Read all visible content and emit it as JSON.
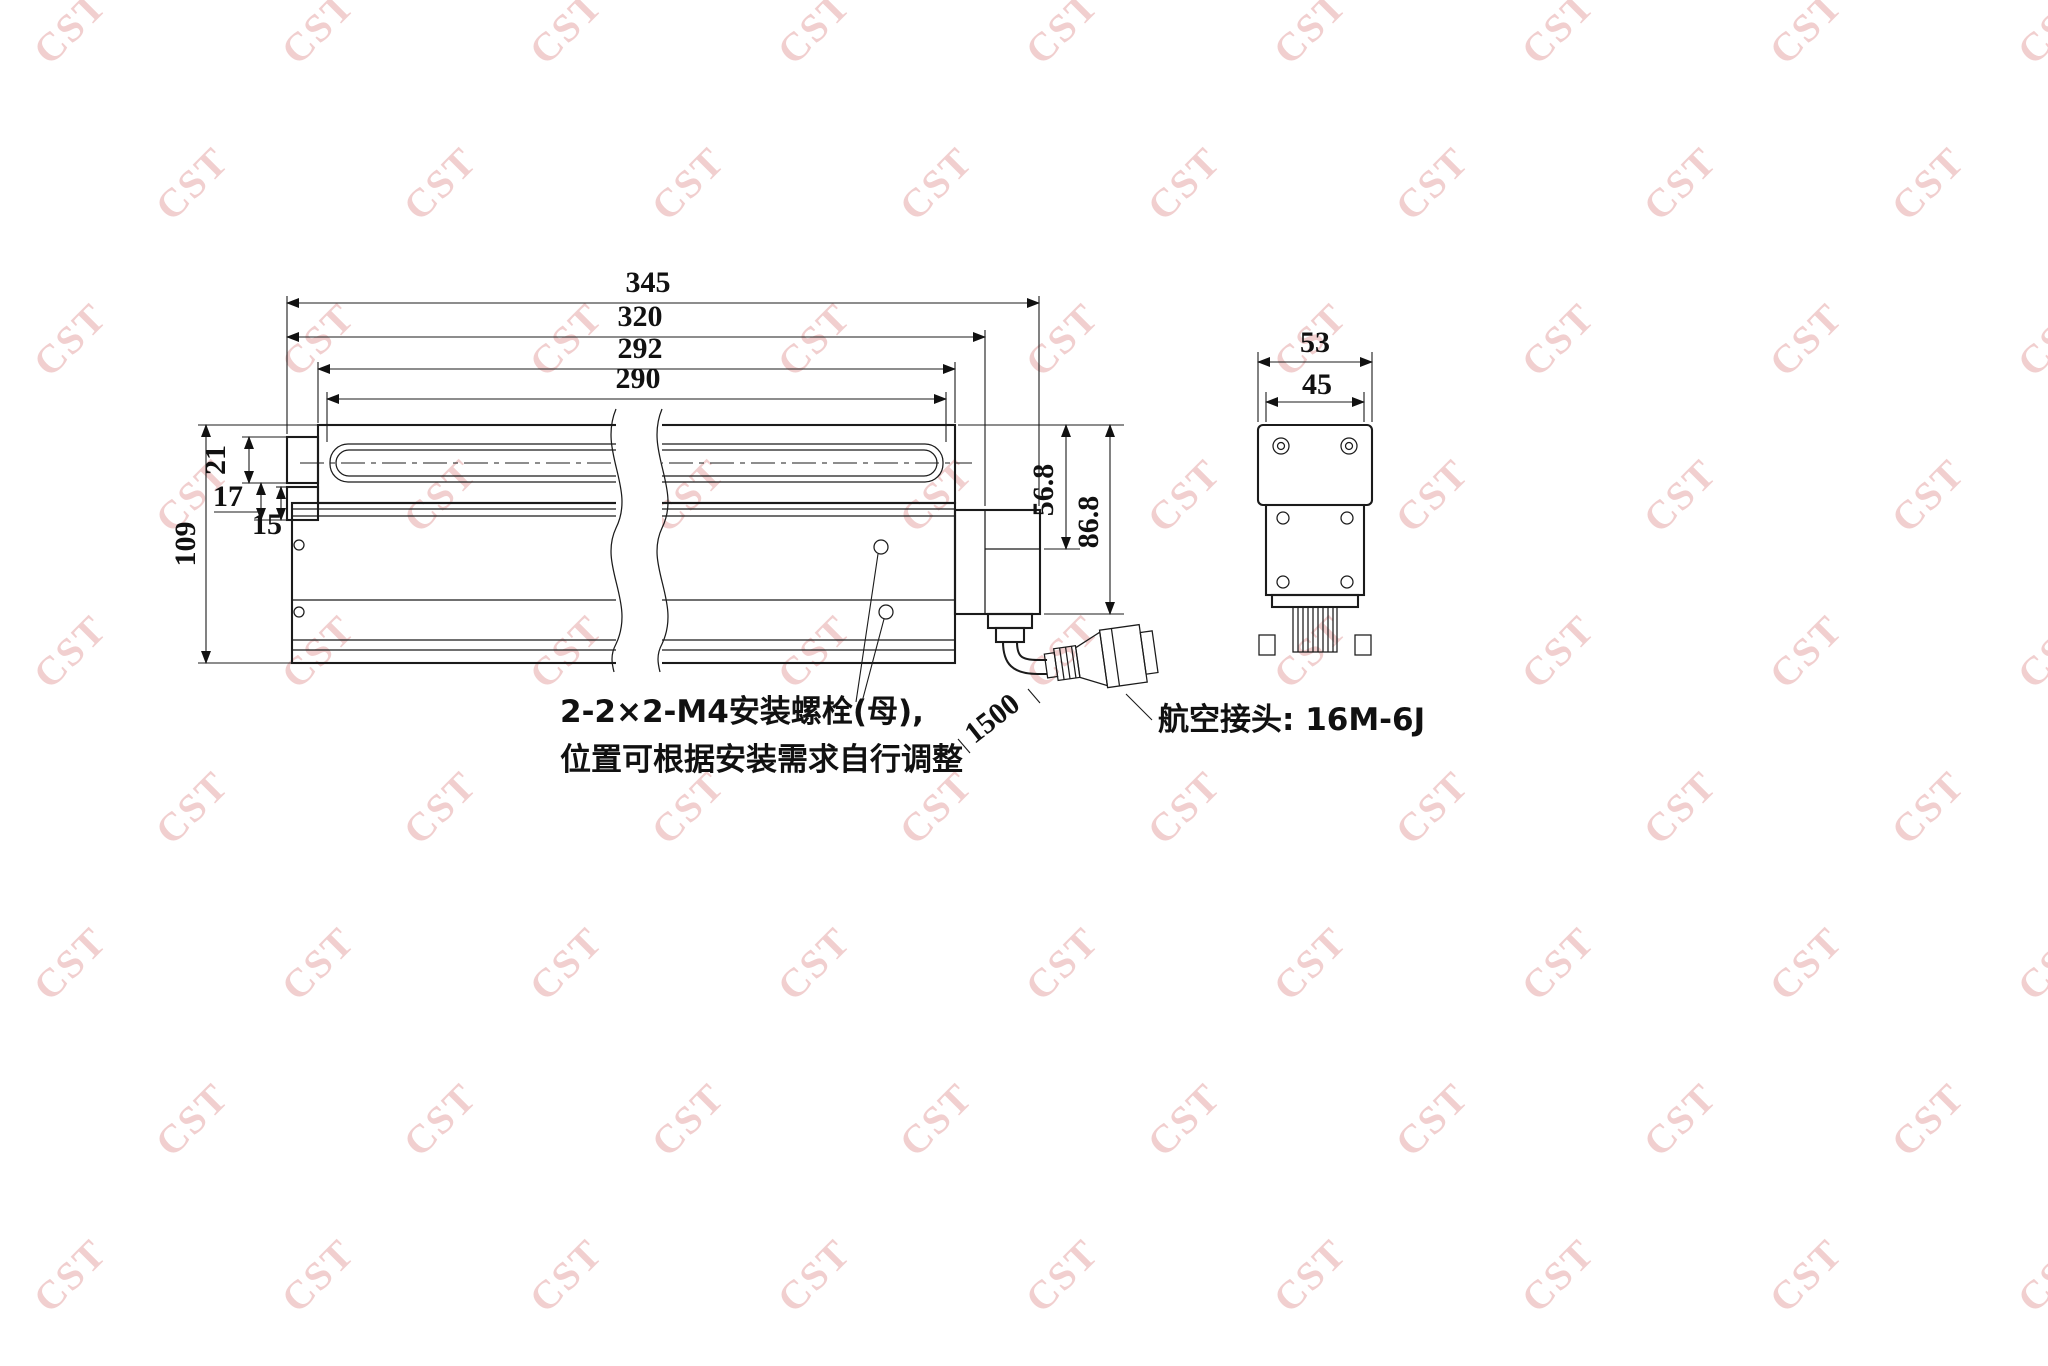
{
  "watermark": {
    "text": "CST",
    "color": "rgba(213,115,115,0.34)"
  },
  "dims": {
    "d345": "345",
    "d320": "320",
    "d292": "292",
    "d290": "290",
    "d21": "21",
    "d17": "17",
    "d15": "15",
    "d109": "109",
    "d568": "56.8",
    "d868": "86.8",
    "d53": "53",
    "d45": "45",
    "d1500": "1500"
  },
  "annotations": {
    "bolt_line1": "2-2×2-M4安装螺栓(母),",
    "bolt_line2": "位置可根据安装需求自行调整",
    "aviation_connector": "航空接头: 16M-6J"
  }
}
